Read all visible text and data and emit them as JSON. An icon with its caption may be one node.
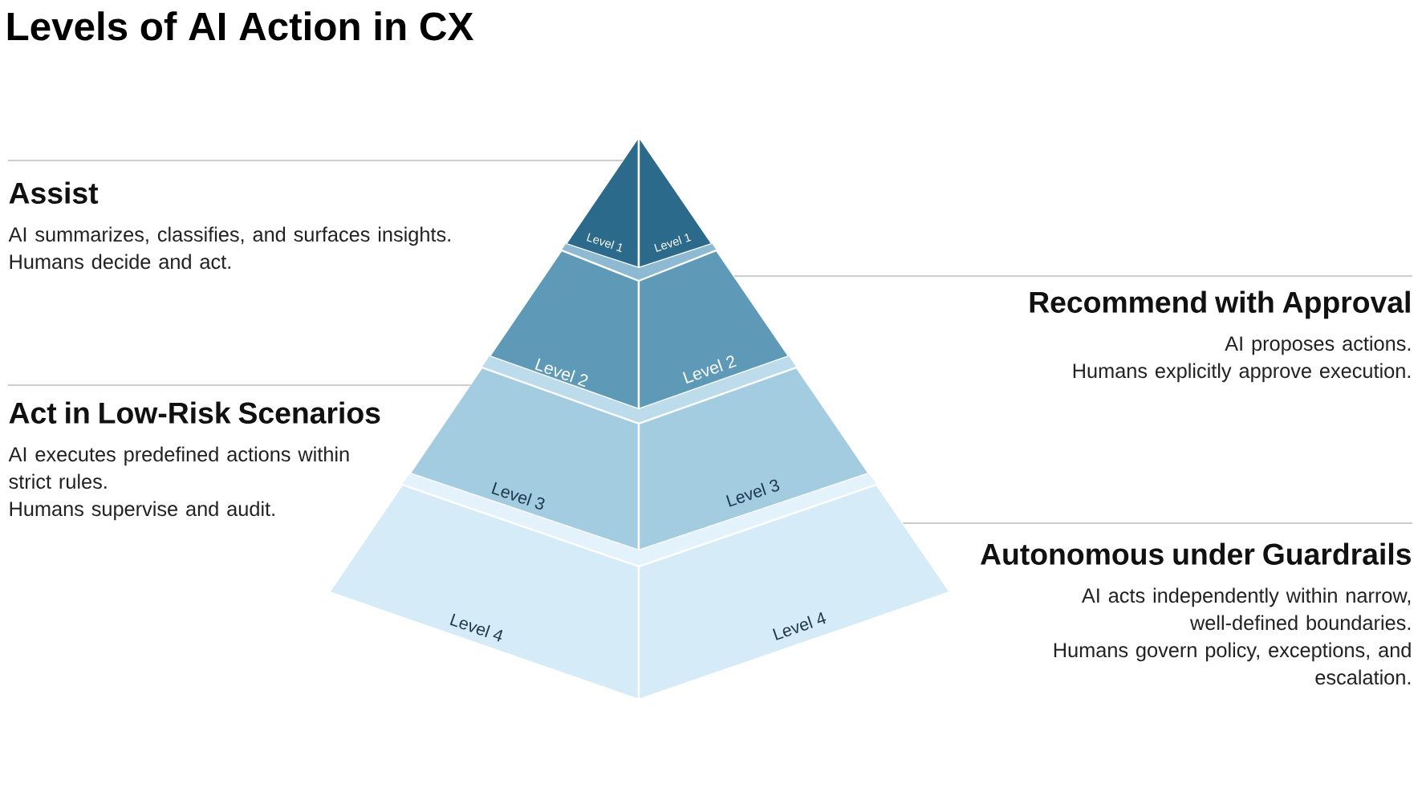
{
  "diagram": {
    "title": "Levels of AI Action in CX",
    "nodes": [
      {
        "text": [
          "Assist",
          "AI summarizes, classifies, and surfaces insights.",
          "Humans decide and act."
        ]
      },
      {
        "text": [
          "Level 1"
        ]
      },
      {
        "text": [
          "Level 1"
        ]
      },
      {
        "text": [
          "Recommend with Approval",
          "AI proposes actions.",
          "Humans explicitly approve execution."
        ]
      },
      {
        "text": [
          "Level 2"
        ]
      },
      {
        "text": [
          "Level 2"
        ]
      },
      {
        "text": [
          "Act in Low-Risk Scenarios",
          "AI executes predefined actions within strict rules.",
          "Humans supervise and audit."
        ]
      },
      {
        "text": [
          "Level 3"
        ]
      },
      {
        "text": [
          "Level 3"
        ]
      },
      {
        "text": [
          "Autonomous under Guardrails",
          "AI acts independently within narrow, well-defined boundaries.",
          "Humans govern policy, exceptions, and escalation."
        ]
      },
      {
        "text": [
          "Level 4"
        ]
      },
      {
        "text": [
          "Level 4"
        ]
      }
    ],
    "edges": [
      {
        "from": 0,
        "to": 1,
        "arrow": "none"
      },
      {
        "from": 3,
        "to": 5,
        "arrow": "none"
      },
      {
        "from": 6,
        "to": 7,
        "arrow": "none"
      },
      {
        "from": 9,
        "to": 11,
        "arrow": "none"
      }
    ]
  }
}
